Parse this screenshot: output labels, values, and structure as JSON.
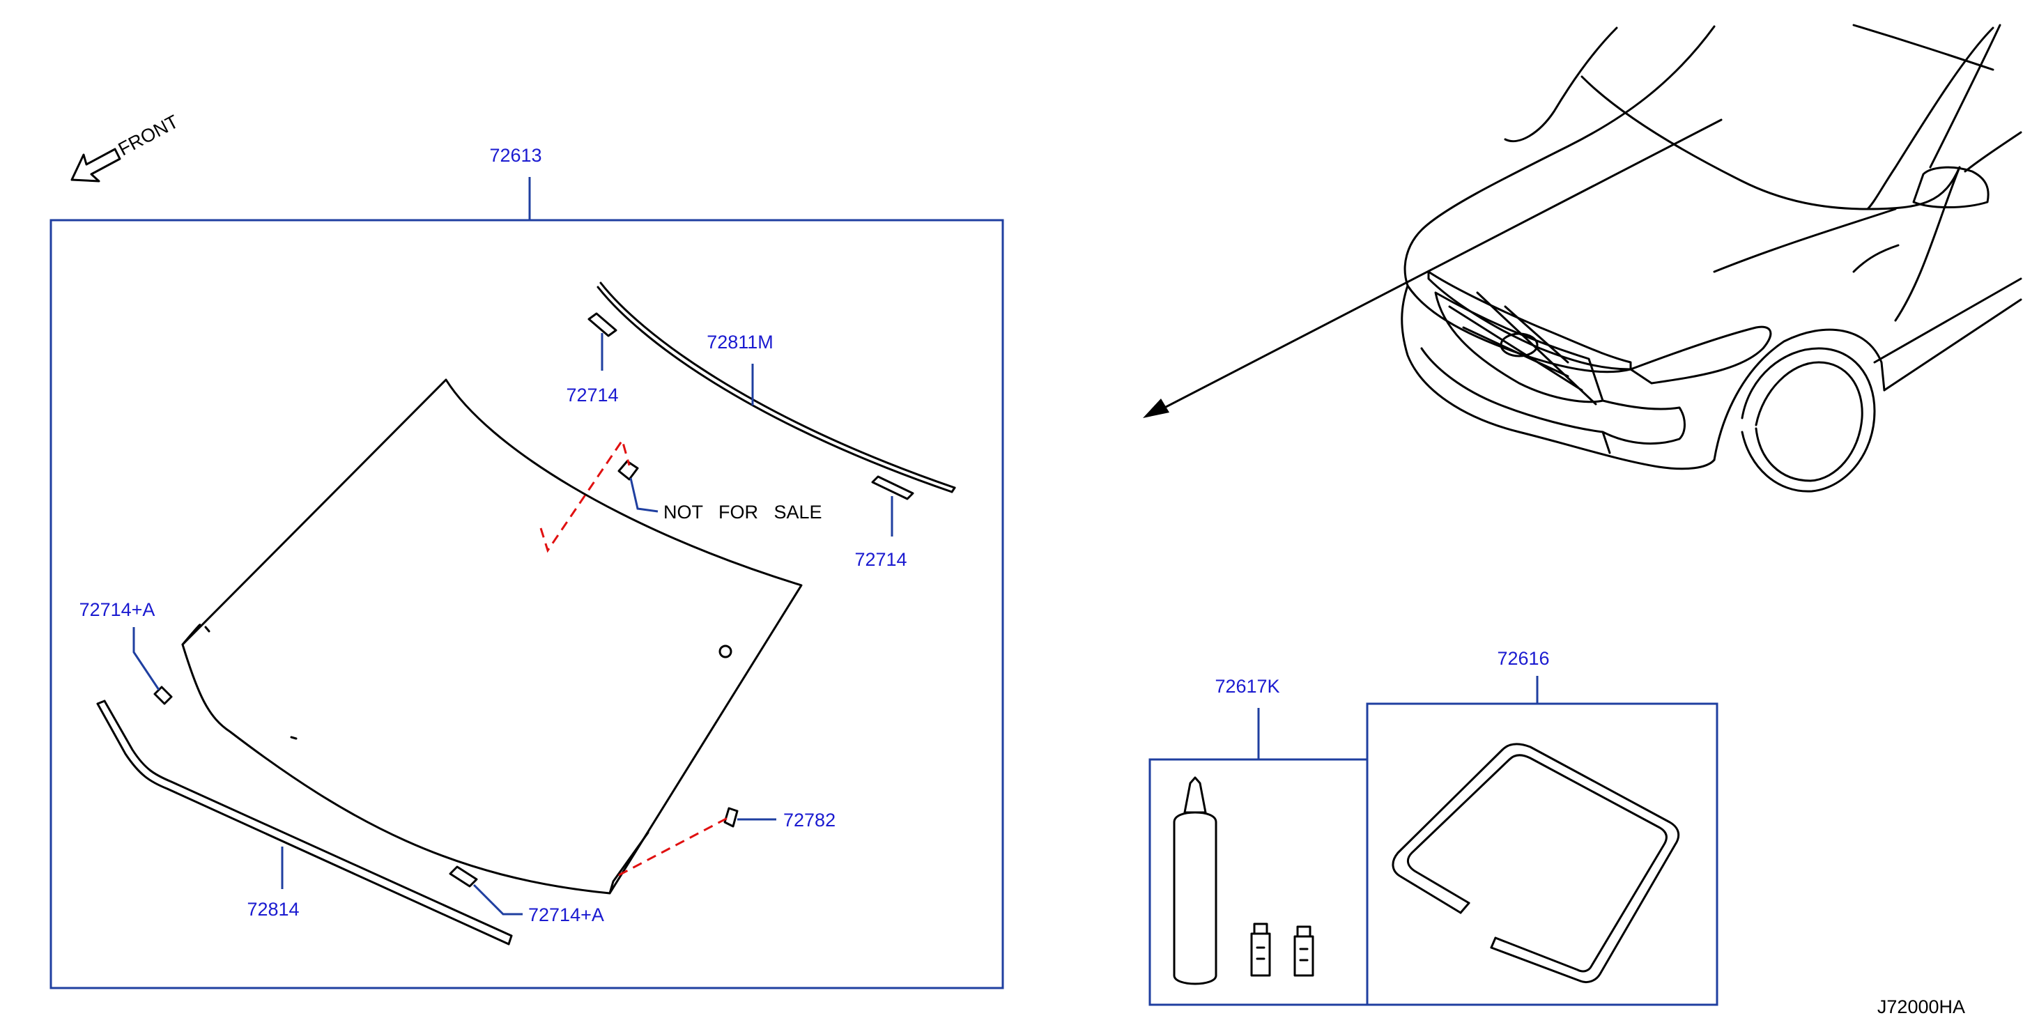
{
  "front_label": "FRONT",
  "callouts": {
    "assembly_box": "72613",
    "moulding_top": "72811M",
    "clip_top_left": "72714",
    "clip_top_right": "72714",
    "clip_left": "72714+A",
    "clip_bottom": "72714+A",
    "stud": "72782",
    "moulding_bottom": "72814",
    "sealant_kit": "72617K",
    "dam_rubber_kit": "72616"
  },
  "note": "NOT   FOR   SALE",
  "diagram_code": "J72000HA",
  "colors": {
    "callout": "#1a1ad0",
    "box": "#1f3fa0",
    "leader_dash": "#e01010"
  }
}
